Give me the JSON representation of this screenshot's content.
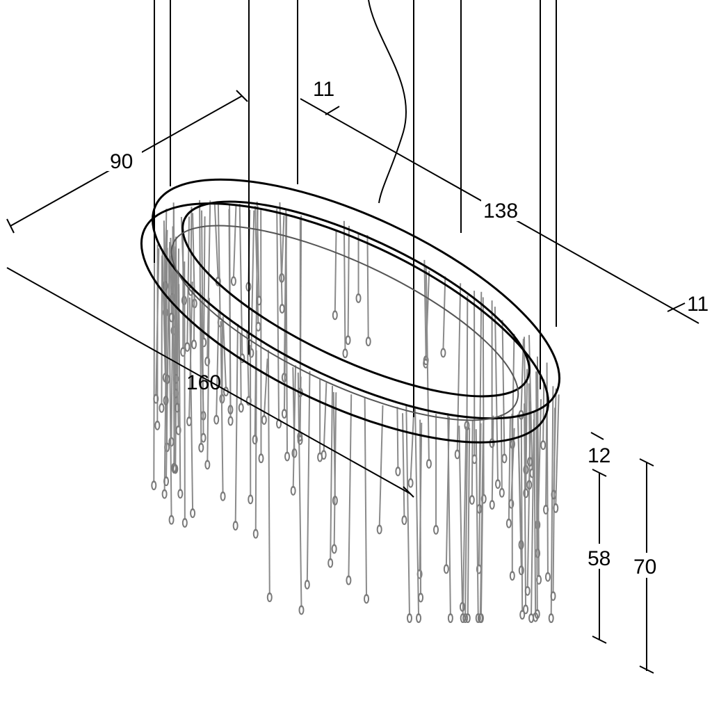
{
  "drawing": {
    "colors": {
      "line": "#000000",
      "strands": "#8a8a8a"
    },
    "dimensions": {
      "width": "90",
      "band_top_left": "11",
      "length_top": "138",
      "band_right": "11",
      "length_bottom": "160",
      "ring_height": "12",
      "strand_length": "58",
      "total_height": "70"
    }
  }
}
